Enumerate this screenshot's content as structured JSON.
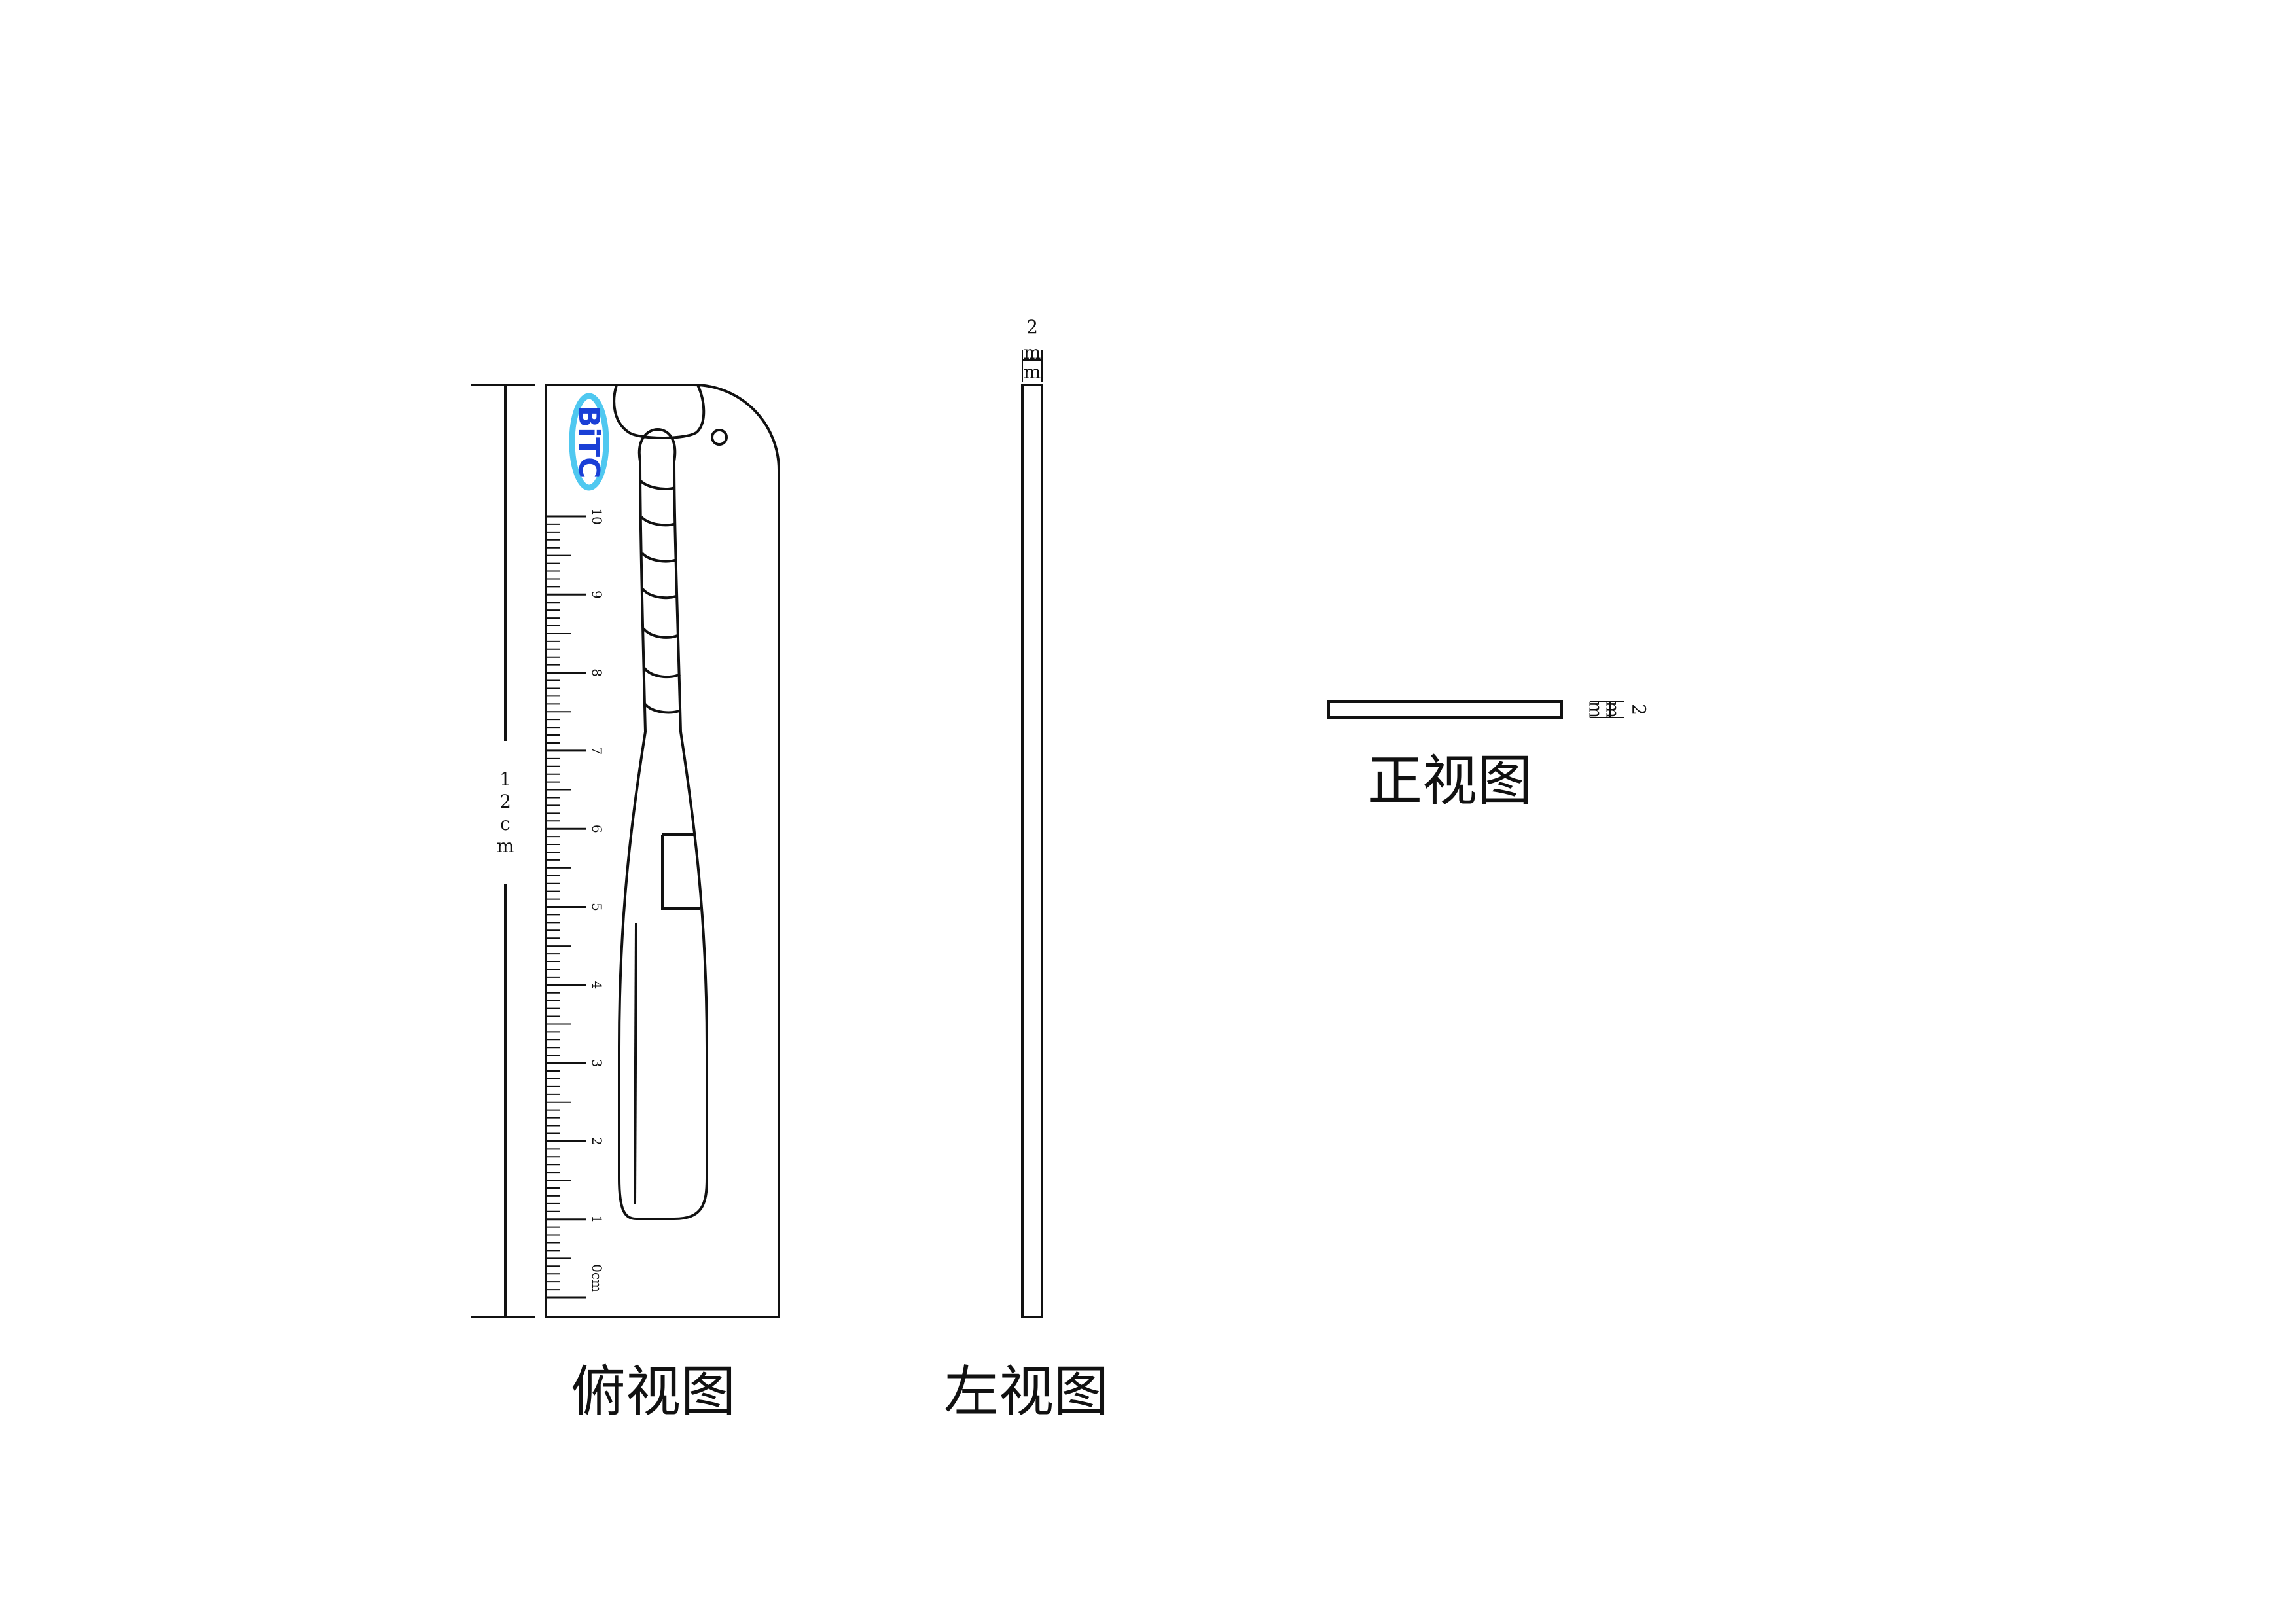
{
  "views": {
    "top": {
      "label": "俯视图"
    },
    "left": {
      "label": "左视图"
    },
    "front": {
      "label": "正视图"
    }
  },
  "dimensions": {
    "length_chars": [
      "1",
      "2",
      "c",
      "m"
    ],
    "left_thickness_chars": [
      "2",
      "m",
      "m"
    ],
    "front_thickness_chars": [
      "2",
      "m",
      "m"
    ]
  },
  "ruler": {
    "numbers": [
      "0cm",
      "1",
      "2",
      "3",
      "4",
      "5",
      "6",
      "7",
      "8",
      "9",
      "10"
    ]
  },
  "logo": {
    "text": "BiTC",
    "text_color": "#1a3fd6",
    "ring_color": "#4fc8f0"
  },
  "colors": {
    "line": "#111111",
    "background": "#ffffff"
  }
}
